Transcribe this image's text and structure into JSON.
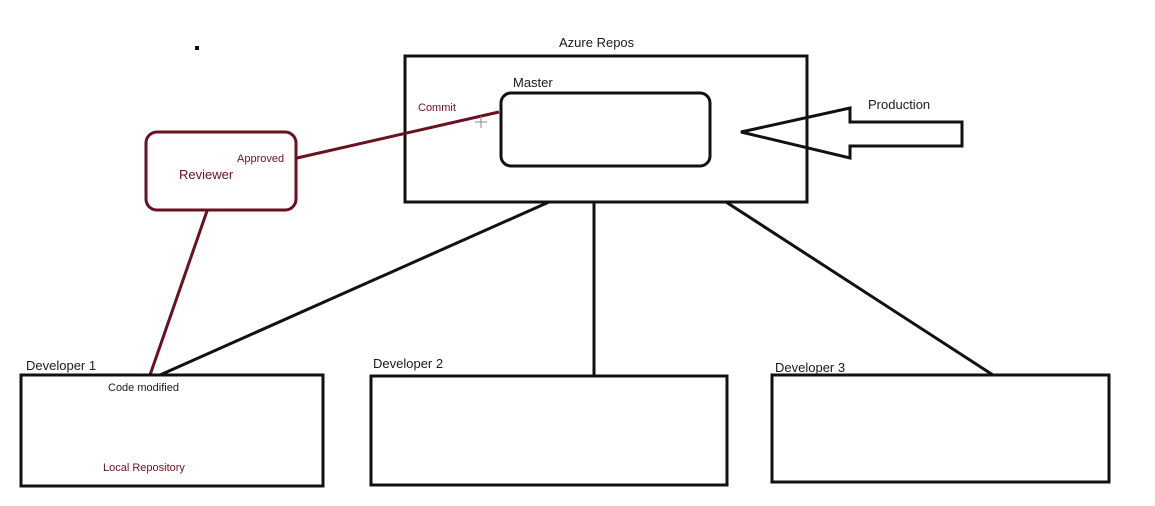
{
  "diagram": {
    "azure_repos_label": "Azure Repos",
    "master_label": "Master",
    "production_label": "Production",
    "commit_label": "Commit",
    "approved_label": "Approved",
    "reviewer_label": "Reviewer",
    "developer1_label": "Developer 1",
    "developer2_label": "Developer 2",
    "developer3_label": "Developer 3",
    "code_modified_label": "Code modified",
    "local_repository_label": "Local Repository"
  },
  "colors": {
    "stroke_dark": "#111111",
    "stroke_review": "#6b1020",
    "background": "#ffffff"
  }
}
